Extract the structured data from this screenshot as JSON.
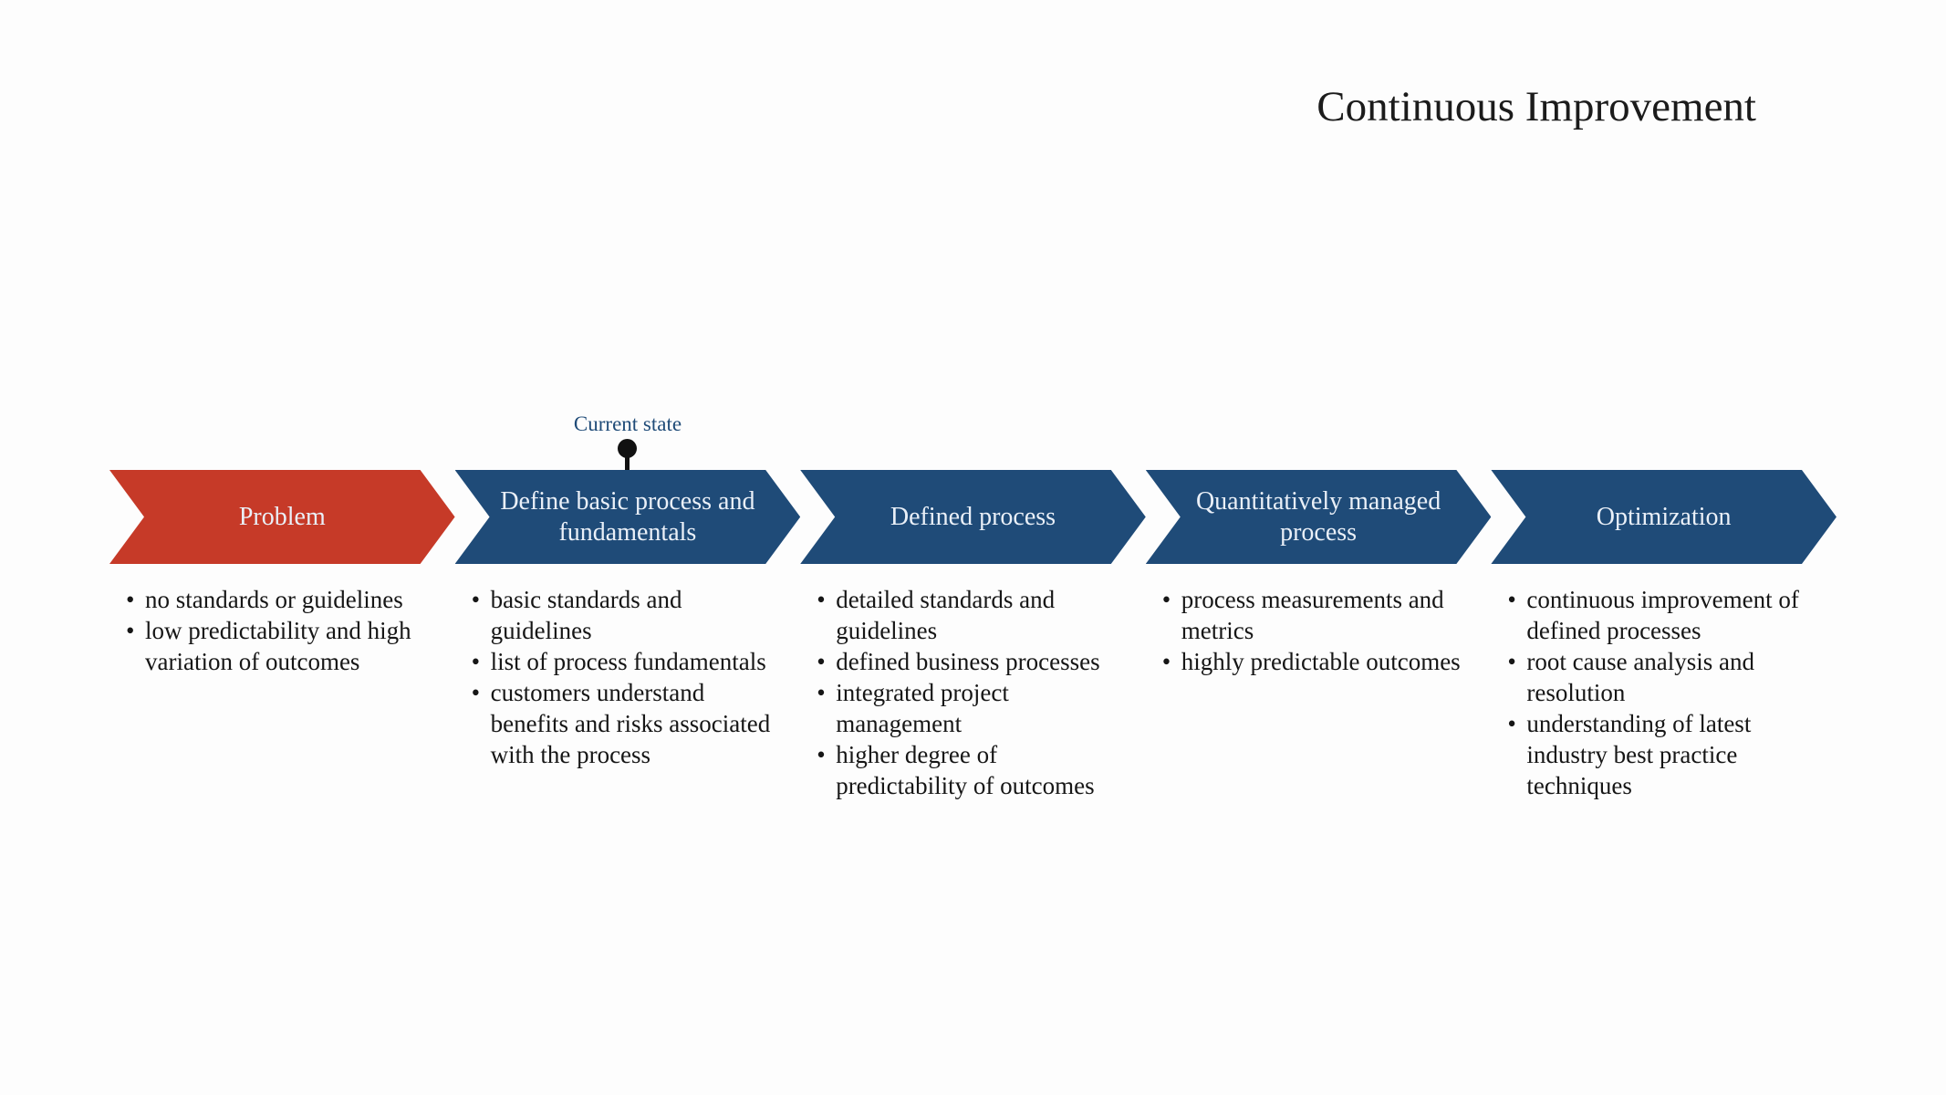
{
  "title": "Continuous Improvement",
  "marker": {
    "label": "Current state"
  },
  "colors": {
    "stage_red": "#C63A28",
    "stage_blue": "#1F4B78",
    "stage_label_text": "#EAF0F8",
    "marker_label_text": "#1F4B78",
    "body_text": "#161616"
  },
  "stages": [
    {
      "label": "Problem",
      "color": "red",
      "bullets": [
        "no standards or guidelines",
        "low predictability and high variation of outcomes"
      ]
    },
    {
      "label": "Define basic process and fundamentals",
      "color": "blue",
      "bullets": [
        "basic standards and guidelines",
        "list of process fundamentals",
        "customers understand benefits and risks associated with the process"
      ]
    },
    {
      "label": "Defined process",
      "color": "blue",
      "bullets": [
        "detailed standards and guidelines",
        "defined business processes",
        "integrated project management",
        "higher degree of predictability of outcomes"
      ]
    },
    {
      "label": "Quantitatively managed process",
      "color": "blue",
      "bullets": [
        "process measurements and metrics",
        "highly predictable outcomes"
      ]
    },
    {
      "label": "Optimization",
      "color": "blue",
      "bullets": [
        "continuous improvement of defined processes",
        "root cause analysis and resolution",
        "understanding of latest industry best practice techniques"
      ]
    }
  ]
}
